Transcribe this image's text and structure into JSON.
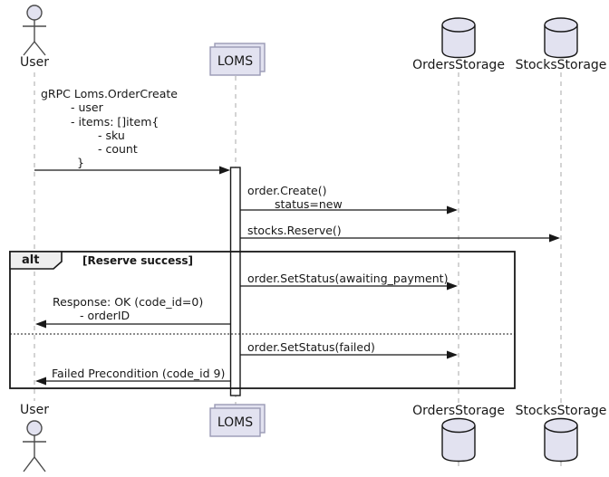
{
  "diagram_type": "uml-sequence-diagram",
  "colors": {
    "background": "#FFFFFF",
    "participant_fill": "#E2E2F0",
    "collections_border": "#9A9AB5",
    "shape_border": "#181818",
    "lifeline": "#A8A8A8",
    "frame_border": "#181818",
    "frame_header_fill": "#EEEEEE",
    "text": "#181818"
  },
  "participants": {
    "user": {
      "label": "User",
      "kind": "actor"
    },
    "loms": {
      "label": "LOMS",
      "kind": "collections"
    },
    "orders_storage": {
      "label": "OrdersStorage",
      "kind": "database"
    },
    "stocks_storage": {
      "label": "StocksStorage",
      "kind": "database"
    }
  },
  "alt_frame": {
    "operator": "alt",
    "guard": "[Reserve success]"
  },
  "messages": {
    "order_create_request": {
      "from": "User",
      "to": "LOMS",
      "line1": "gRPC Loms.OrderCreate",
      "line2": "- user",
      "line3": "- items: []item{",
      "line4": "- sku",
      "line5": "- count",
      "line6": "}"
    },
    "order_create": {
      "from": "LOMS",
      "to": "OrdersStorage",
      "line1": "order.Create()",
      "line2": "status=new"
    },
    "stocks_reserve": {
      "from": "LOMS",
      "to": "StocksStorage",
      "text": "stocks.Reserve()"
    },
    "set_status_awaiting": {
      "from": "LOMS",
      "to": "OrdersStorage",
      "text": "order.SetStatus(awaiting_payment)"
    },
    "response_ok": {
      "from": "LOMS",
      "to": "User",
      "line1": "Response: OK (code_id=0)",
      "line2": "- orderID"
    },
    "set_status_failed": {
      "from": "LOMS",
      "to": "OrdersStorage",
      "text": "order.SetStatus(failed)"
    },
    "failed_precondition": {
      "from": "LOMS",
      "to": "User",
      "text": "Failed Precondition (code_id 9)"
    }
  }
}
